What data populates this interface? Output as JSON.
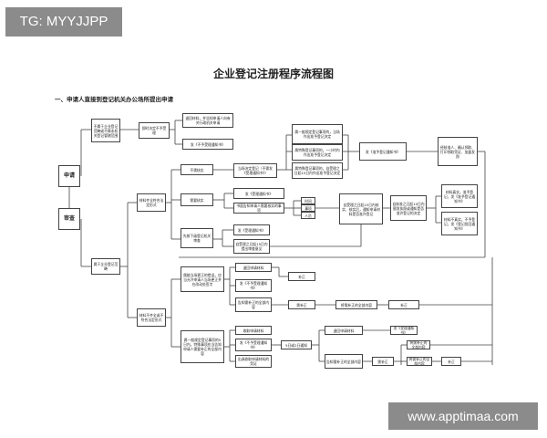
{
  "watermark_top": "TG: MYYJJPP",
  "watermark_bottom": "www.apptimaa.com",
  "title": "企业登记注册程序流程图",
  "subtitle": "一、申请人直接到登记机关办公场所提出申请",
  "nodes": {
    "apply": "申请",
    "review": "审查",
    "not_belong": "不属于企业登记范畴或不属本机关登记管辖范围",
    "refuse_accept": "即时决定不予受理",
    "return_materials": "退回材料，并告知申请人向有关行政机关申请",
    "not_accept_notice": "发《不予受理通知书》",
    "belong": "属于企业登记范畴",
    "complete": "材料齐全符合法定形式",
    "no_verify": "不需核实",
    "on_spot_verify": "当场决定登记（不需发《受理通知书》）",
    "need_verify": "需要核实",
    "issue_verify_notice": "发《受理通知书》",
    "sample_verify": "书面告知申请人需要核实的事项",
    "verify_timing": "时间",
    "verify_method": "事项",
    "verify_staff": "人员",
    "fifteen_days_decide": "自受理之日起15日内核实、核实后，通知申请材料是否准许登记",
    "three_days_grant": "自核准之日起10日内颁发执照或通知是否准许登记的决定",
    "other_cases": "先按下级登记机关审查",
    "issue_accept_notice": "发《受理通知书》",
    "report_within_15": "自受理之日起15日内提出审查意见",
    "grant_register": "准予登记的，应当场发给营业执照或核准登记文件",
    "single_day_reply": "属一般规定登记事项的，当场作出准予登记决定",
    "special_register": "属特殊登记事项的，一小时内作出准予登记决定",
    "special_register_ext": "属特殊登记事项的，自受理之日起15日内作出准予登记决定",
    "issue_register": "发《准予登记通知书》",
    "check_issue": "经核准人、确认领取、打印领取凭证、加盖发照",
    "accept_period": "材料真实，准予登记，发《准予登记通知书》",
    "refuse_period": "材料不真实，不予登记，发《登记驳回通知书》",
    "incomplete": "材料不齐全或不符合法定形式",
    "onsite_fix": "属能当场更正的错误，应当允许申请人当场更正并在改动处签字",
    "return_apply": "退回申请材料",
    "not_accept_notice_2": "发《不予受理通知书》",
    "inform_all_fix": "告知需补正的全部内容",
    "issue_notice_small": "补正",
    "need_fix": "需补正",
    "fix_content": "将需补正的全部内容",
    "fix_again": "补正",
    "period_5_days": "属一般规定登记事项的5日内，特殊事项应当告知申请人需要补正的全部内容",
    "issue_fix_material": "收取申请材料",
    "not_accept_notice_3": "发《不予受理通知书》",
    "issue_fix_voucher": "出具收取申请材料的凭证",
    "five_days_notice": "5日或2日通知",
    "return_apply_2": "退回申请材料",
    "issue_accept_2": "发《受理通知书》",
    "inform_fix_2": "告知需补正的全部内容",
    "need_fix_2": "需补正",
    "fix_content_2": "将需补正的全部内容",
    "fix_again_2": "补正"
  }
}
